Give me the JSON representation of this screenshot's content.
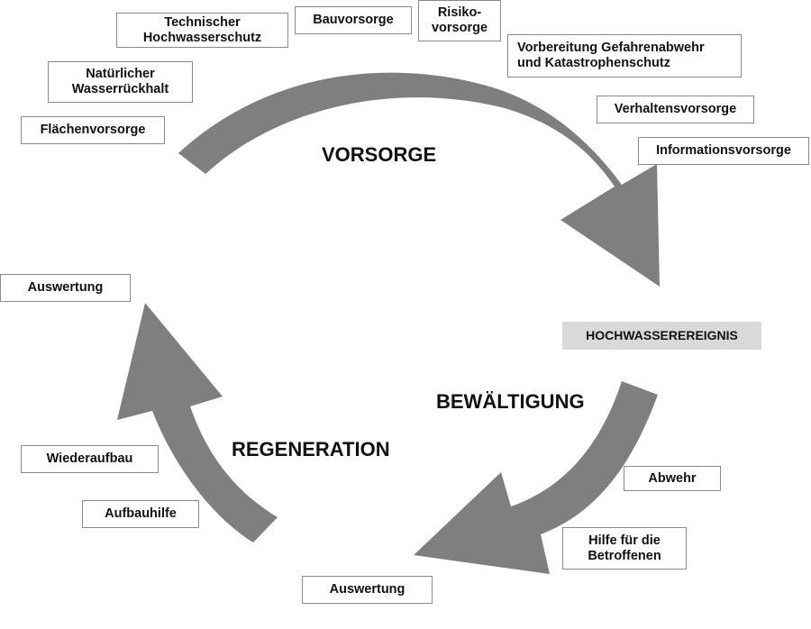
{
  "colors": {
    "arrow": "#7f7f7f",
    "event_bg": "#d9d9d9",
    "box_border": "#8a8a8a",
    "text": "#111111"
  },
  "phases": {
    "vorsorge": "VORSORGE",
    "bewaeltigung": "BEWÄLTIGUNG",
    "regeneration": "REGENERATION"
  },
  "event": "HOCHWASSEREREIGNIS",
  "vorsorge_items": {
    "technischer_hochwasserschutz": "Technischer\nHochwasserschutz",
    "bauvorsorge": "Bauvorsorge",
    "risikovorsorge": "Risiko-\nvorsorge",
    "vorbereitung": "Vorbereitung Gefahrenabwehr\nund Katastrophenschutz",
    "natuerlicher_wasserrueckhalt": "Natürlicher\nWasserrückhalt",
    "verhaltensvorsorge": "Verhaltensvorsorge",
    "flaechenvorsorge": "Flächenvorsorge",
    "informationsvorsorge": "Informationsvorsorge"
  },
  "bewaeltigung_items": {
    "abwehr": "Abwehr",
    "hilfe": "Hilfe für die\nBetroffenen",
    "auswertung": "Auswertung"
  },
  "regeneration_items": {
    "auswertung": "Auswertung",
    "wiederaufbau": "Wiederaufbau",
    "aufbauhilfe": "Aufbauhilfe"
  }
}
